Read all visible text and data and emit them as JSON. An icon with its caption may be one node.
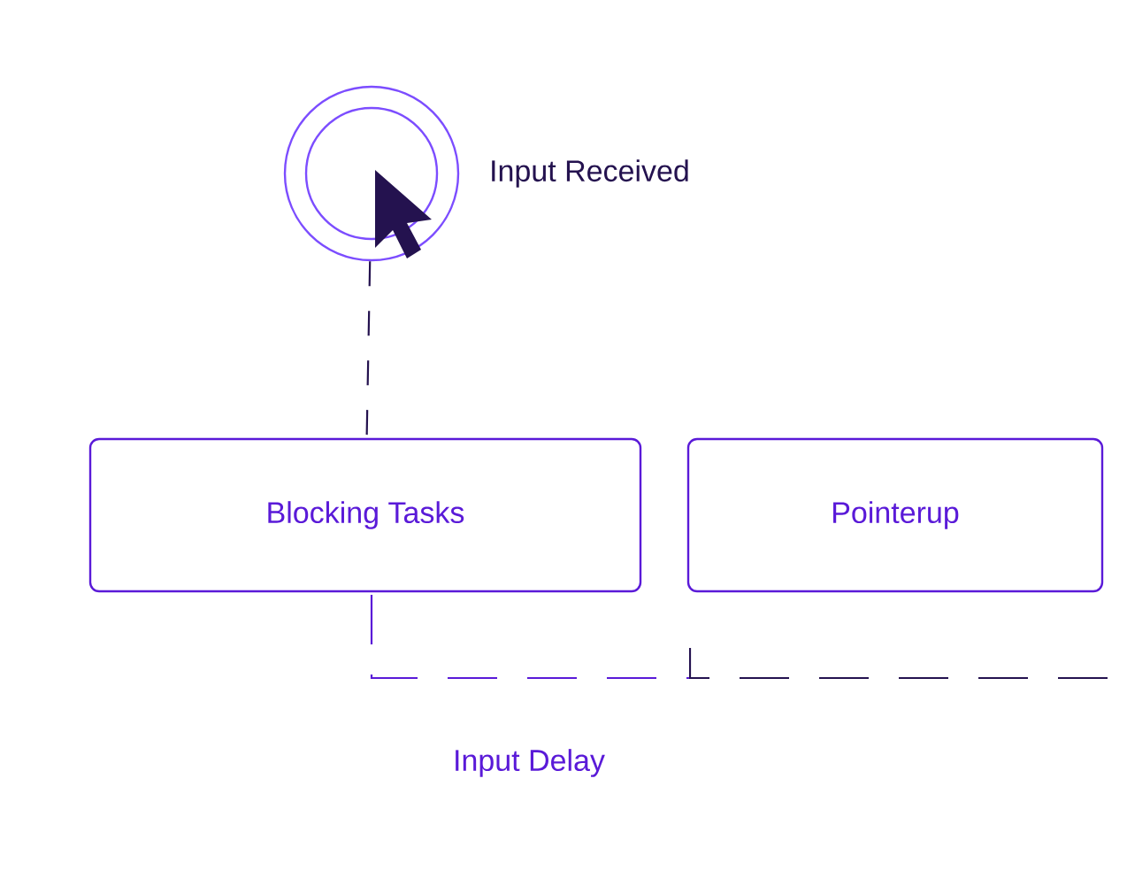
{
  "diagram": {
    "nodes": [
      {
        "text": [],
        "shape": "circle",
        "beside": [
          "Input Received"
        ]
      },
      {
        "text": [
          "Blocking Tasks"
        ]
      },
      {
        "text": [
          "Pointerup"
        ]
      }
    ],
    "edges": [
      {
        "from": 0,
        "to": 1,
        "arrow": "none",
        "style": "dashed"
      }
    ],
    "labels": [
      "Input Delay"
    ]
  }
}
